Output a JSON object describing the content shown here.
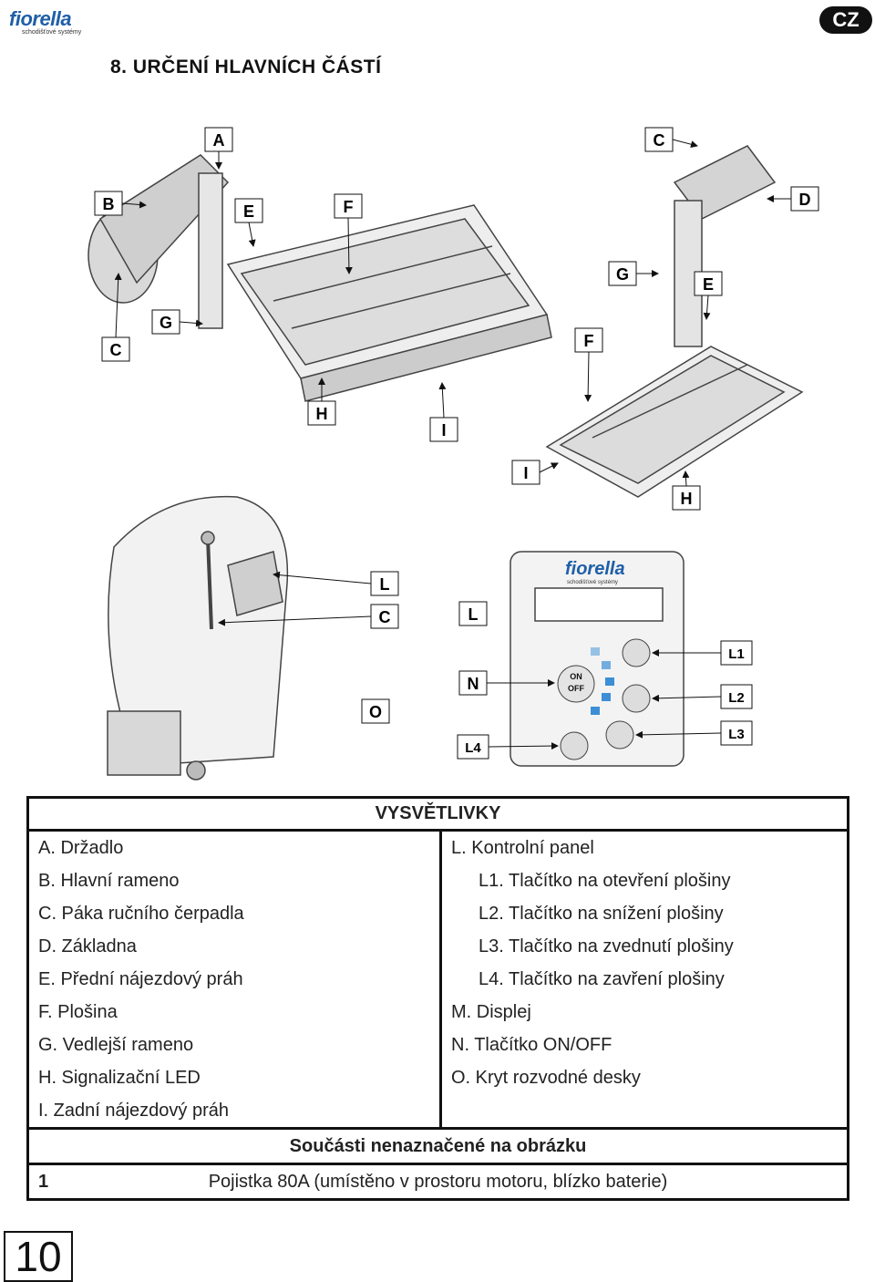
{
  "header": {
    "logo_text": "fiorella",
    "logo_subtitle": "schodišťové systémy",
    "lang_badge": "CZ"
  },
  "section_title": "8. URČENÍ HLAVNÍCH ČÁSTÍ",
  "callouts": {
    "fig1": [
      "A",
      "B",
      "C",
      "E",
      "F",
      "G",
      "H",
      "I"
    ],
    "fig2": [
      "C",
      "D",
      "G",
      "E",
      "F",
      "I",
      "H"
    ],
    "fig3": [
      "L",
      "C",
      "O"
    ],
    "fig4": [
      "L",
      "N",
      "L4",
      "L1",
      "L2",
      "L3"
    ]
  },
  "control_panel": {
    "brand": "fiorella",
    "brand_subtitle": "schodišťové systémy",
    "on_label": "ON",
    "off_label": "OFF"
  },
  "legend": {
    "title": "VYSVĚTLIVKY",
    "rows": [
      {
        "left": "A. Držadlo",
        "right": "L. Kontrolní panel",
        "right_sub": false
      },
      {
        "left": "B. Hlavní rameno",
        "right": "L1. Tlačítko na otevření plošiny",
        "right_sub": true
      },
      {
        "left": "C. Páka ručního čerpadla",
        "right": "L2. Tlačítko na snížení plošiny",
        "right_sub": true
      },
      {
        "left": "D. Základna",
        "right": "L3. Tlačítko na zvednutí plošiny",
        "right_sub": true
      },
      {
        "left": "E. Přední nájezdový práh",
        "right": "L4. Tlačítko na zavření plošiny",
        "right_sub": true
      },
      {
        "left": "F. Plošina",
        "right": "M. Displej",
        "right_sub": false
      },
      {
        "left": "G. Vedlejší rameno",
        "right": "N. Tlačítko ON/OFF",
        "right_sub": false
      },
      {
        "left": "H. Signalizační LED",
        "right": "O. Kryt rozvodné desky",
        "right_sub": false
      },
      {
        "left": "I. Zadní nájezdový práh",
        "right": "",
        "right_sub": false
      }
    ],
    "unlabeled_parts_title": "Součásti nenaznačené na obrázku",
    "footnote_number": "1",
    "footnote_text": "Pojistka 80A (umístěno v prostoru motoru, blízko baterie)"
  },
  "page_number": "10"
}
